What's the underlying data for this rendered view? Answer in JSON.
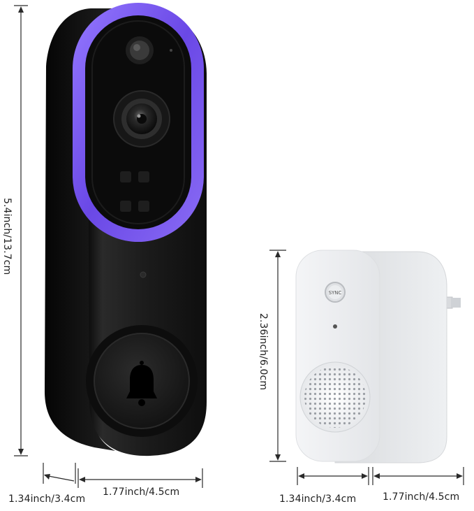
{
  "product": {
    "doorbell": {
      "height_label": "5.4inch/13.7cm",
      "depth_label": "1.34inch/3.4cm",
      "width_label": "1.77inch/4.5cm",
      "ring_color": "#7b5cf0",
      "body_color": "#151515"
    },
    "chime": {
      "sync_button_text": "SYNC",
      "height_label": "2.36inch/6.0cm",
      "depth_label": "1.34inch/3.4cm",
      "width_label": "1.77inch/4.5cm",
      "body_color": "#eceef0"
    }
  }
}
